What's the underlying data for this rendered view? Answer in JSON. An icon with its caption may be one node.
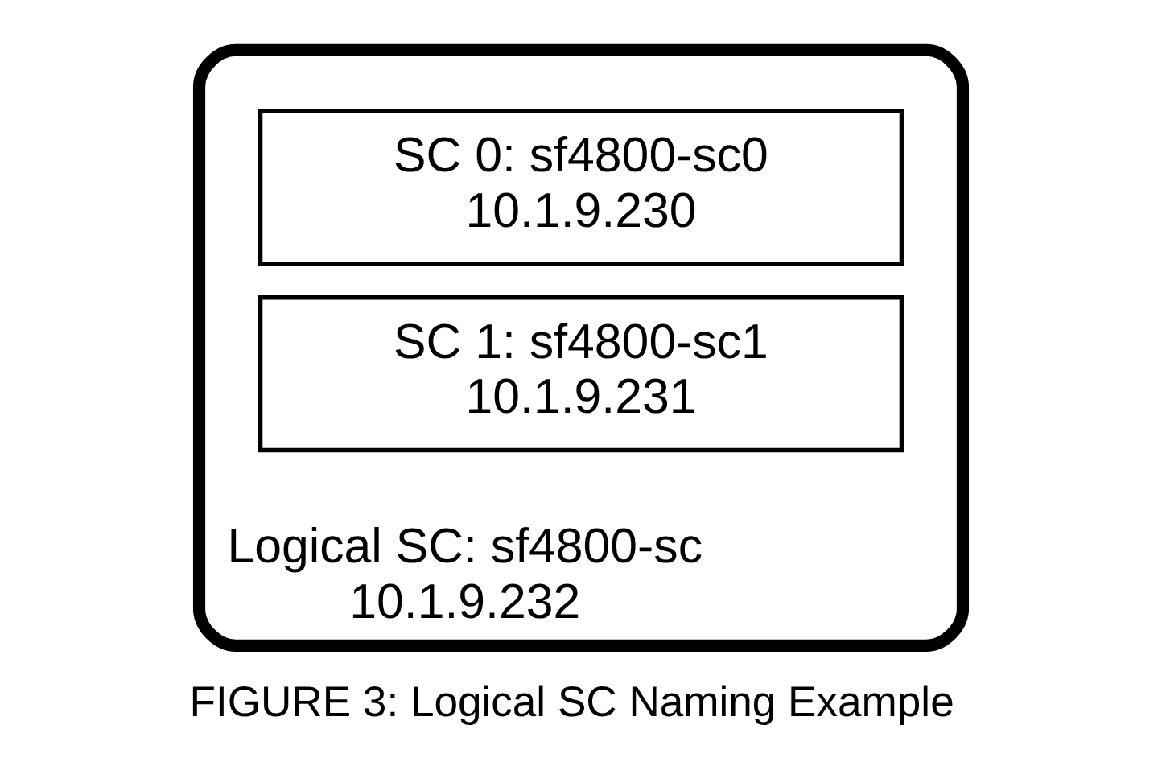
{
  "diagram": {
    "caption": "FIGURE 3: Logical SC Naming Example",
    "nodes": [
      {
        "text": [
          "Logical SC: sf4800-sc",
          "10.1.9.232"
        ]
      },
      {
        "text": [
          "SC 0: sf4800-sc0",
          "10.1.9.230"
        ],
        "in": 0
      },
      {
        "text": [
          "SC 1: sf4800-sc1",
          "10.1.9.231"
        ],
        "in": 0
      }
    ],
    "edges": []
  }
}
